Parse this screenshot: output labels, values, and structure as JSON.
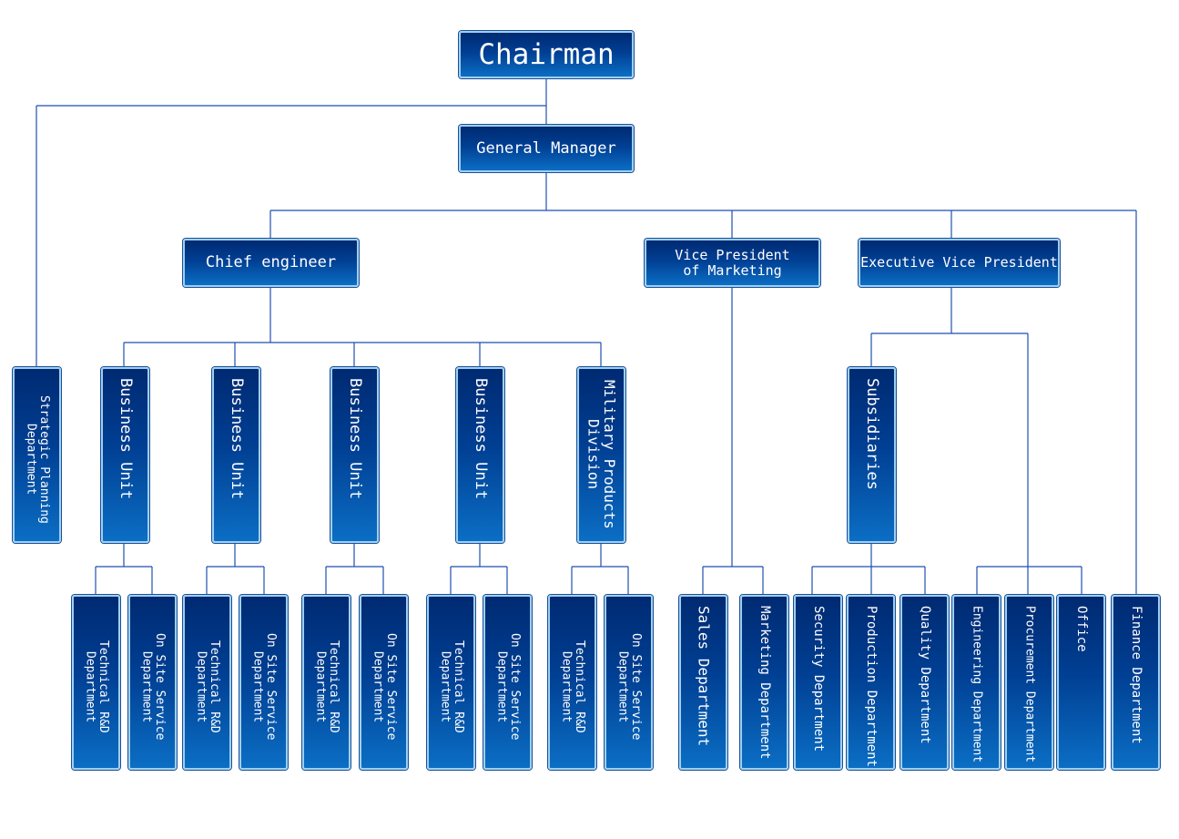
{
  "chart_title": "",
  "nodes": {
    "chairman": "Chairman",
    "general_manager": "General Manager",
    "chief_engineer": "Chief engineer",
    "vp_marketing": "Vice President\nof Marketing",
    "exec_vp": "Executive Vice President",
    "strategic_planning": "Strategic Planning Department",
    "business_unit_1": "Business Unit",
    "business_unit_2": "Business Unit",
    "business_unit_3": "Business Unit",
    "business_unit_4": "Business Unit",
    "military_products": "Military Products\nDivision",
    "subsidiaries": "Subsidiaries",
    "bu1_technical": "Technical R&D Department",
    "bu1_onsite": "On Site Service Department",
    "bu2_technical": "Technical R&D Department",
    "bu2_onsite": "On Site Service Department",
    "bu3_technical": "Technical R&D Department",
    "bu3_onsite": "On Site Service Department",
    "bu4_technical": "Technical R&D Department",
    "bu4_onsite": "On Site Service Department",
    "mil_technical": "Technical R&D Department",
    "mil_onsite": "On Site Service Department",
    "sales": "Sales Department",
    "marketing": "Marketing Department",
    "security": "Security Department",
    "production": "Production Department",
    "quality": "Quality Department",
    "engineering": "Engineering Department",
    "procurement": "Procurement Department",
    "office": "Office",
    "finance": "Finance Department"
  },
  "colors": {
    "box_top": "#002a72",
    "box_bottom": "#0b6ec4",
    "box_border": "#9fd0ee",
    "connector": "#1f4fb0",
    "text": "#ffffff"
  }
}
